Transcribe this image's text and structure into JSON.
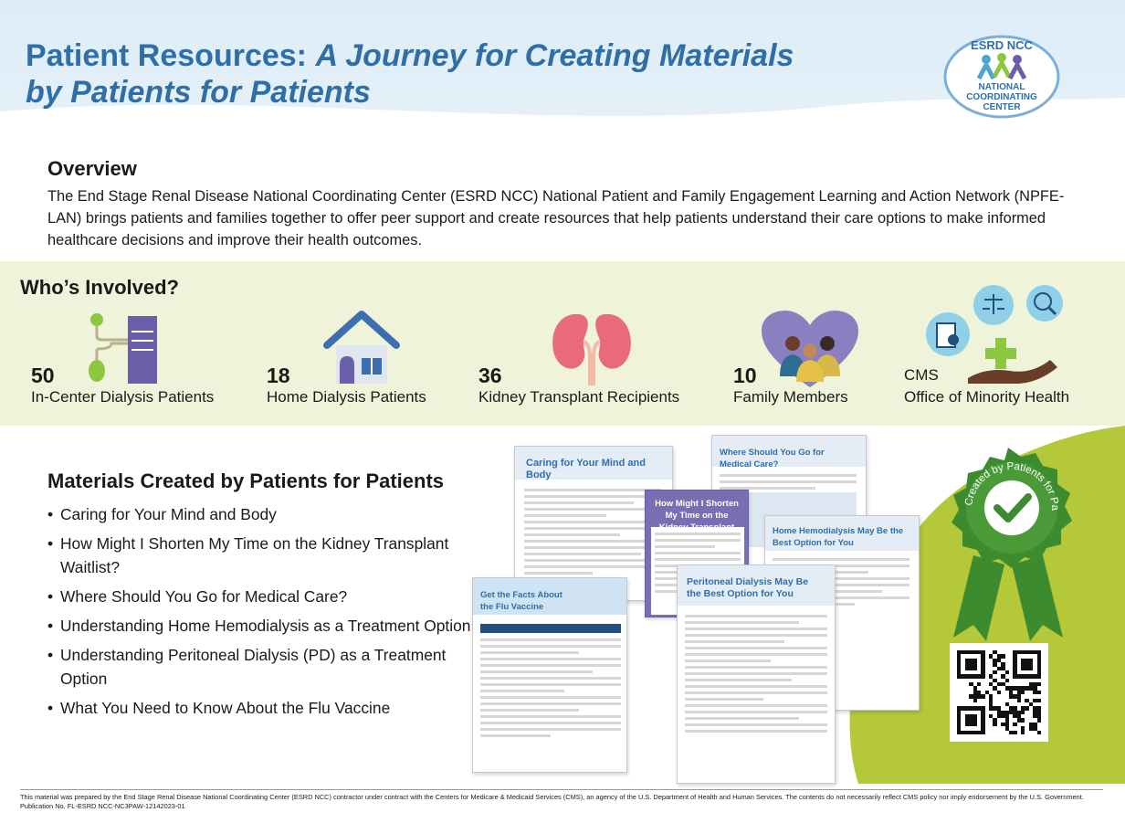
{
  "header": {
    "title_main": "Patient Resources:",
    "title_sub_1": "A Journey for Creating Materials",
    "title_sub_2": "by Patients for Patients",
    "logo_top": "ESRD NCC",
    "logo_l1": "NATIONAL",
    "logo_l2": "COORDINATING",
    "logo_l3": "CENTER"
  },
  "overview": {
    "heading": "Overview",
    "body": "The End Stage Renal Disease National Coordinating Center (ESRD NCC) National Patient and Family Engagement Learning and Action Network (NPFE-LAN) brings patients and families together to offer peer support and create resources that help patients understand their care options to make informed healthcare decisions and improve their health outcomes."
  },
  "who": {
    "heading": "Who’s Involved?",
    "stats": [
      {
        "num": "50",
        "label": "In-Center Dialysis Patients",
        "icon": "dialysis-machine-icon"
      },
      {
        "num": "18",
        "label": "Home Dialysis Patients",
        "icon": "house-icon"
      },
      {
        "num": "36",
        "label": "Kidney Transplant Recipients",
        "icon": "kidneys-icon"
      },
      {
        "num": "10",
        "label": "Family Members",
        "icon": "family-heart-icon"
      },
      {
        "num": "CMS",
        "label": "Office of Minority Health",
        "icon": "health-equity-icon"
      }
    ]
  },
  "materials": {
    "heading": "Materials Created by Patients for Patients",
    "items": [
      "Caring for Your Mind and Body",
      "How Might I Shorten My Time on the Kidney Transplant Waitlist?",
      "Where Should You Go for Medical Care?",
      "Understanding Home Hemodialysis as a Treatment Option",
      "Understanding Peritoneal Dialysis (PD) as a Treatment Option",
      "What You Need to Know About the Flu Vaccine"
    ]
  },
  "docs": {
    "mind_body": "Caring for Your Mind and Body",
    "medical_care": "Where Should You Go for Medical Care?",
    "waitlist": "How Might I Shorten My Time on the Kidney Transplant Waitlist?",
    "home_hemo": "Home Hemodialysis May Be the Best Option for You",
    "flu": "Get the Facts About the Flu Vaccine",
    "pd": "Peritoneal Dialysis May Be the Best Option for You"
  },
  "badge": {
    "text": "Created by Patients for Patients"
  },
  "footer": {
    "line1": "This material was prepared by the End Stage Renal Disease National Coordinating Center (ESRD NCC) contractor under contract with the Centers for Medicare & Medicaid Services (CMS), an agency of the U.S. Department of Health and Human Services. The contents do not necessarily reflect CMS policy nor imply endorsement by the U.S. Government.",
    "line2": "Publication No. FL-ESRD NCC-NC3PAW-12142023-01"
  },
  "colors": {
    "title_blue": "#2f6fa5",
    "who_band": "#eef3d9",
    "accent_green": "#b4c83a",
    "badge_green": "#3d8b2f"
  }
}
